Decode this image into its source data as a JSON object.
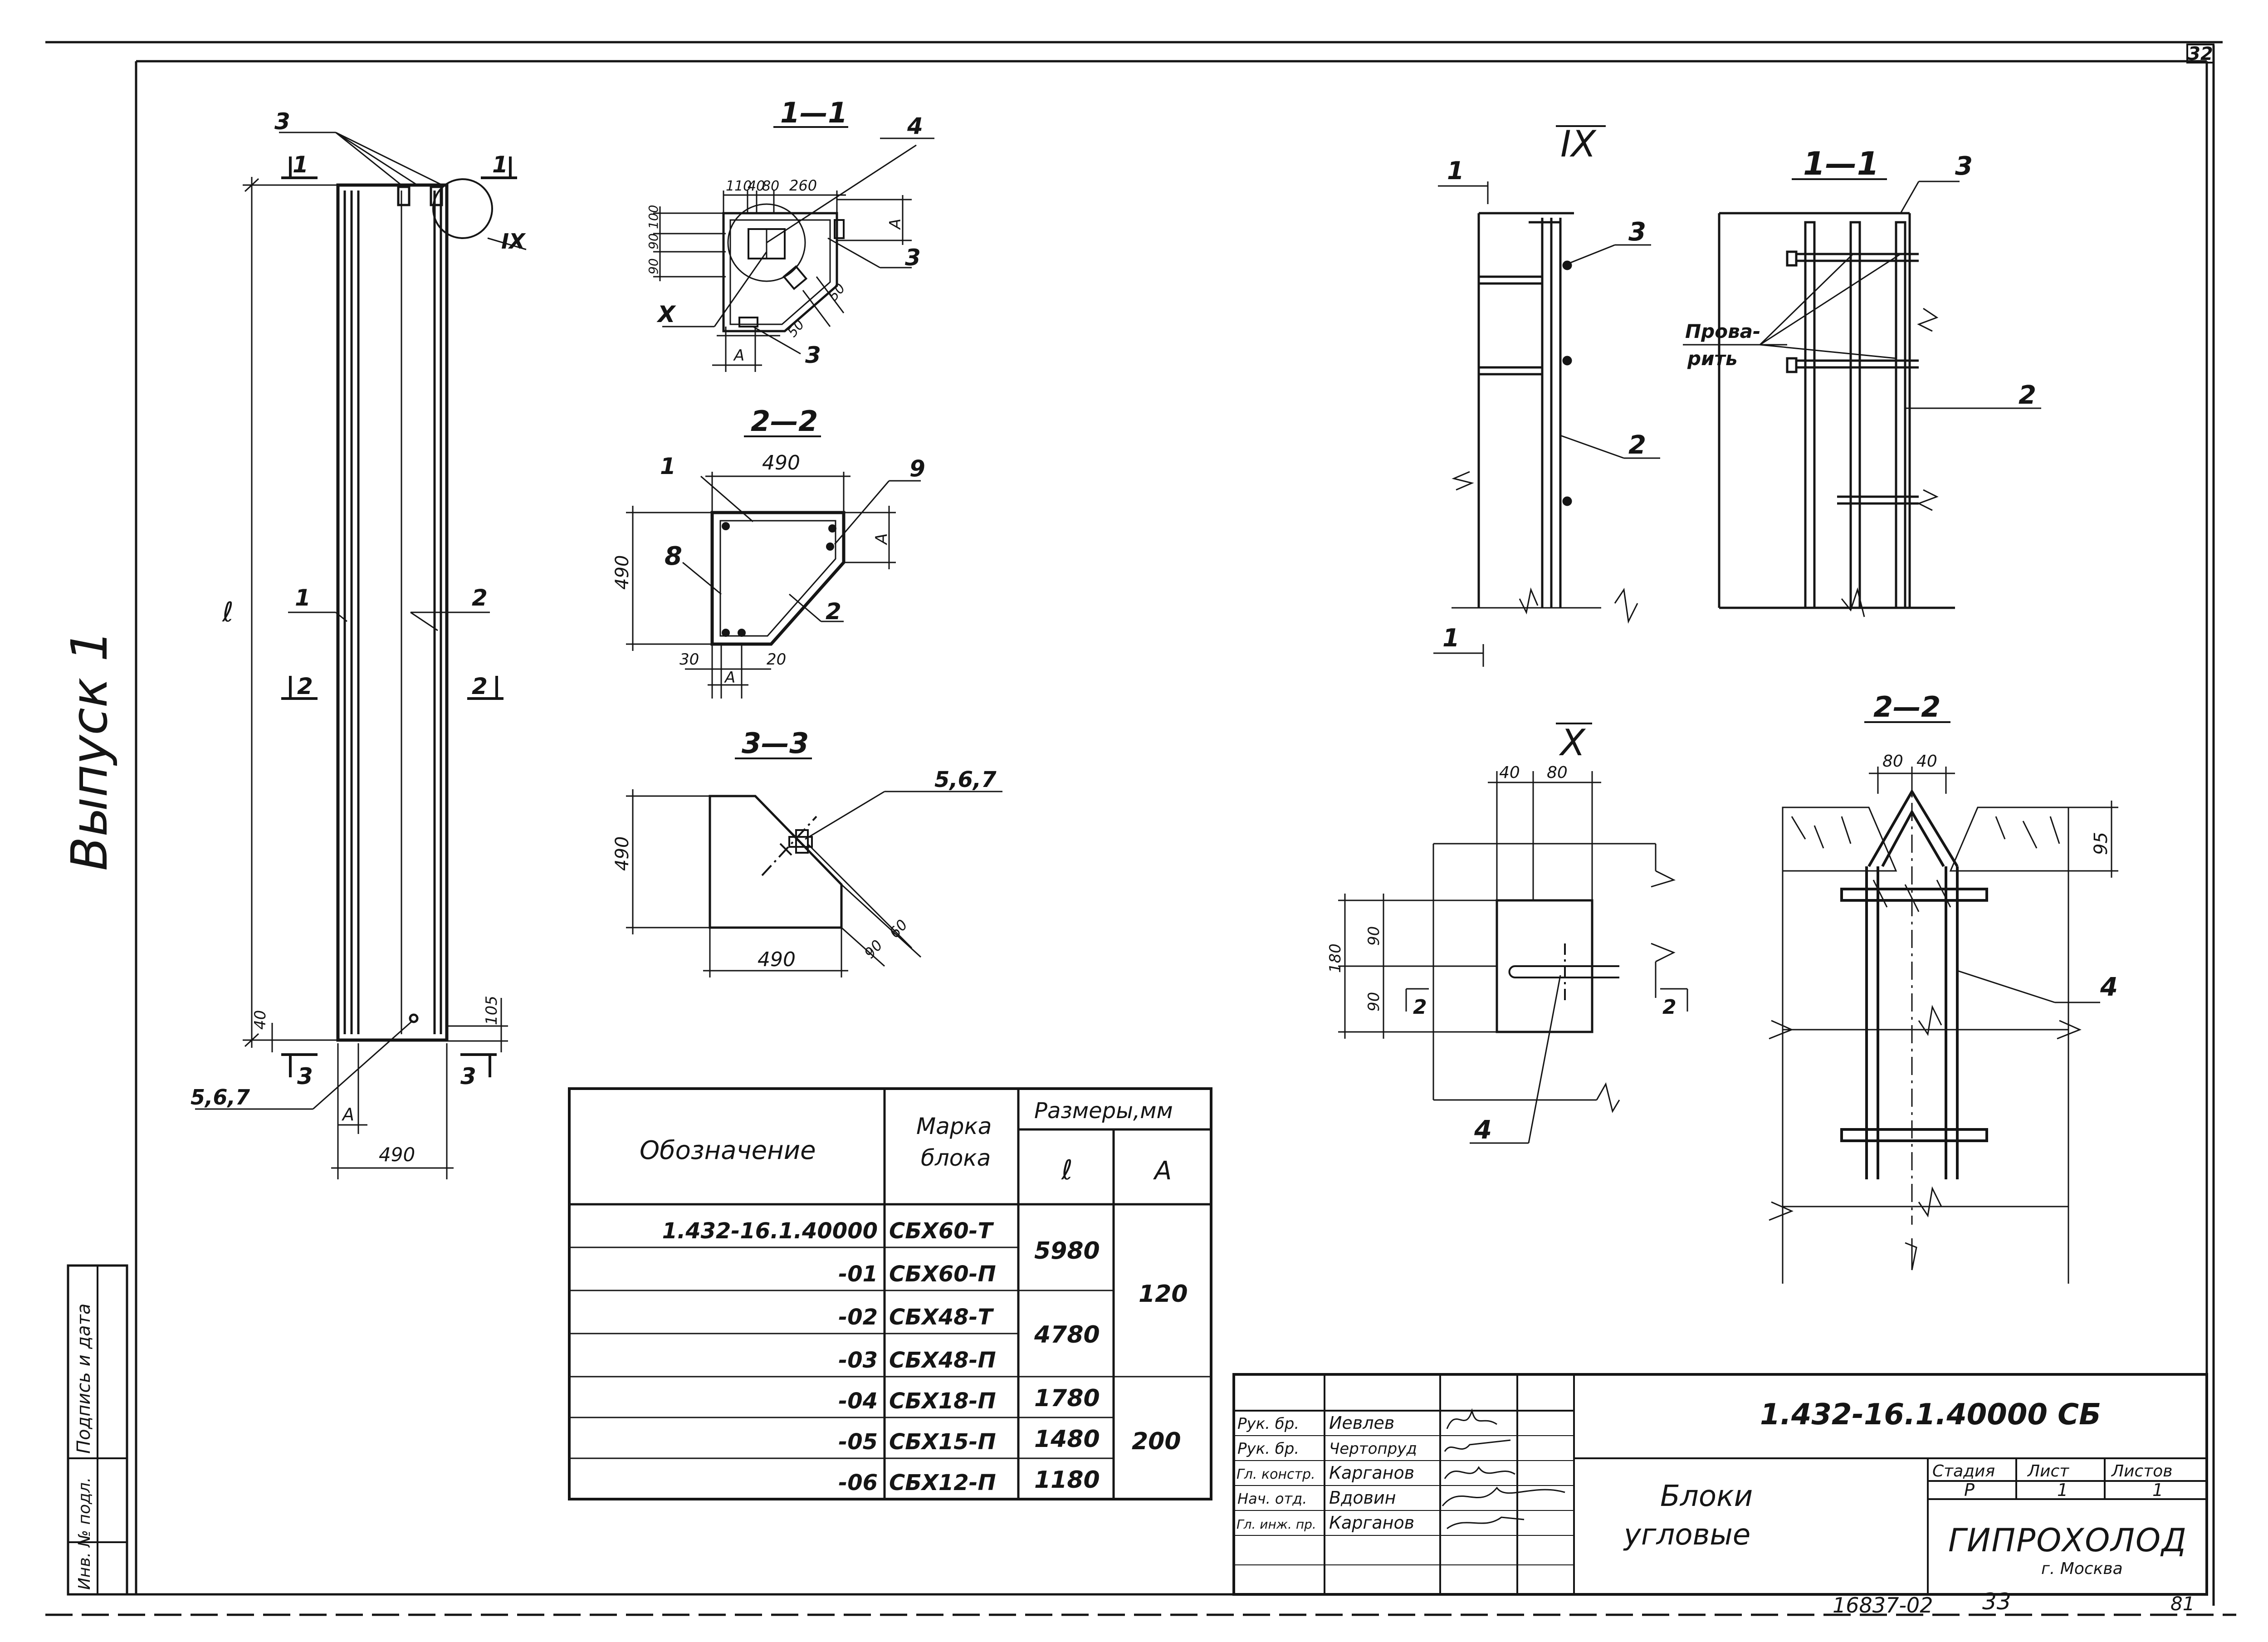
{
  "sheet": {
    "page_number": "32",
    "vertical_label": "Выпуск 1",
    "bottom_number": "16837-02",
    "bottom_sheet": "33",
    "bottom_format": "81"
  },
  "left_stamp": {
    "signature_date": "Подпись и дата",
    "inv_no": "Инв. № подл."
  },
  "elevation": {
    "section_marks": {
      "top_left": "1",
      "top_right": "1",
      "mid_left": "2",
      "mid_right": "2",
      "bottom_left": "3",
      "bottom_right": "3"
    },
    "node_ix": "IX",
    "callout_3": "3",
    "length": "ℓ",
    "callout_1": "1",
    "callout_2": "2",
    "dim_40": "40",
    "dim_105": "105",
    "dim_a": "A",
    "dim_490": "490",
    "callout_567": "5,6,7"
  },
  "section_11": {
    "title": "1—1",
    "dims_top": [
      "110",
      "40",
      "80",
      "260"
    ],
    "dims_left": [
      "90",
      "90",
      "100"
    ],
    "dim_a_right": "A",
    "dim_a_bottom": "A",
    "dims_diag": [
      "50",
      "50"
    ],
    "callout_4": "4",
    "callout_3a": "3",
    "callout_3b": "3",
    "node_x": "X"
  },
  "section_22": {
    "title": "2—2",
    "dim_top": "490",
    "dim_left": "490",
    "dim_30": "30",
    "dim_20": "20",
    "dim_a_right": "A",
    "dim_a_bottom": "A",
    "callout_1": "1",
    "callout_9": "9",
    "callout_8": "8",
    "callout_2": "2"
  },
  "section_33": {
    "title": "3—3",
    "dim_left": "490",
    "dim_bottom": "490",
    "dims_diag": [
      "90",
      "60"
    ],
    "callout_567": "5,6,7"
  },
  "node_ix": {
    "title": "IX",
    "section_mark_top": "1",
    "section_mark_bottom": "1",
    "callout_3": "3",
    "callout_2": "2"
  },
  "node_ix_section": {
    "title": "1—1",
    "callout_3": "3",
    "callout_weld": "Прова-\nрить",
    "weld_line1": "Прова-",
    "weld_line2": "рить",
    "callout_2": "2"
  },
  "node_x": {
    "title": "X",
    "dims_top": [
      "40",
      "80"
    ],
    "dims_left": [
      "180",
      "90",
      "90"
    ],
    "section_mark_left": "2",
    "section_mark_right": "2",
    "callout_4": "4"
  },
  "node_x_section": {
    "title": "2—2",
    "dims_top": [
      "80",
      "40"
    ],
    "dim_right": "95",
    "callout_4": "4"
  },
  "spec_table": {
    "headers": {
      "designation": "Обозначение",
      "mark_line1": "Марка",
      "mark_line2": "блока",
      "sizes": "Размеры,мм",
      "l": "ℓ",
      "a": "A"
    },
    "rows": [
      {
        "designation": "1.432-16.1.40000",
        "mark": "СБХ60-Т"
      },
      {
        "designation": "-01",
        "mark": "СБХ60-П"
      },
      {
        "designation": "-02",
        "mark": "СБХ48-Т"
      },
      {
        "designation": "-03",
        "mark": "СБХ48-П"
      },
      {
        "designation": "-04",
        "mark": "СБХ18-П"
      },
      {
        "designation": "-05",
        "mark": "СБХ15-П"
      },
      {
        "designation": "-06",
        "mark": "СБХ12-П"
      }
    ],
    "l_values": [
      "5980",
      "4780",
      "1780",
      "1480",
      "1180"
    ],
    "a_values": [
      "120",
      "200"
    ]
  },
  "title_block": {
    "document_code": "1.432-16.1.40000 СБ",
    "roles": [
      "Рук. бр.",
      "Рук. бр.",
      "Гл. констр.",
      "Нач. отд.",
      "Гл. инж. пр."
    ],
    "names": [
      "Иевлев",
      "Чертопруд",
      "Карганов",
      "Вдовин",
      "Карганов"
    ],
    "title_line1": "Блоки",
    "title_line2": "угловые",
    "stage_label": "Стадия",
    "sheet_label": "Лист",
    "sheets_label": "Листов",
    "stage_value": "Р",
    "sheet_value": "1",
    "sheets_value": "1",
    "organization": "ГИПРОХОЛОД",
    "city": "г. Москва"
  }
}
